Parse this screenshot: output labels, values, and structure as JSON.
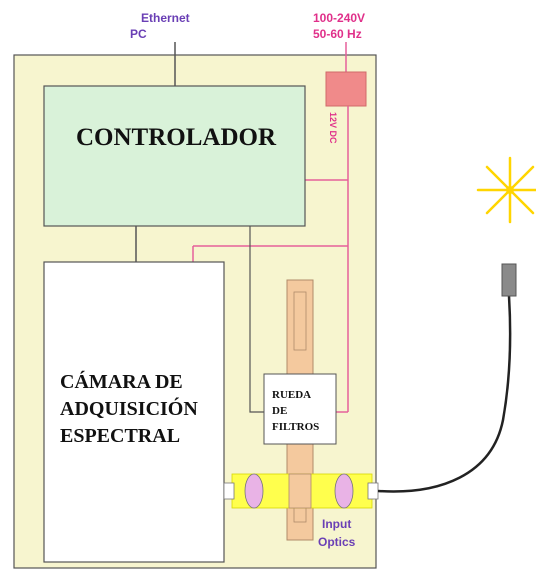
{
  "top": {
    "ethernet": "Ethernet",
    "pc": "PC",
    "power_line1": "100-240V",
    "power_line2": "50-60 Hz"
  },
  "power_label": "12V DC",
  "controller_label": "CONTROLADOR",
  "camera": {
    "line1": "CÁMARA DE",
    "line2": "ADQUISICIÓN",
    "line3": "ESPECTRAL"
  },
  "filter_wheel": {
    "line1": "RUEDA",
    "line2": "DE",
    "line3": "FILTROS"
  },
  "input_optics": {
    "line1": "Input",
    "line2": "Optics"
  },
  "colors": {
    "enclosure_fill": "#f7f5cf",
    "controller_fill": "#d9f2d9",
    "power_supply_fill": "#f08a8a",
    "wire_pink": "#e6609a",
    "text_purple": "#6a3fb5",
    "text_pink": "#e0308a",
    "sun_yellow": "#ffd500",
    "optics_yellow": "#ffff4d",
    "lens_fill": "#e9b3e6",
    "filter_strip": "#f4c99e"
  }
}
